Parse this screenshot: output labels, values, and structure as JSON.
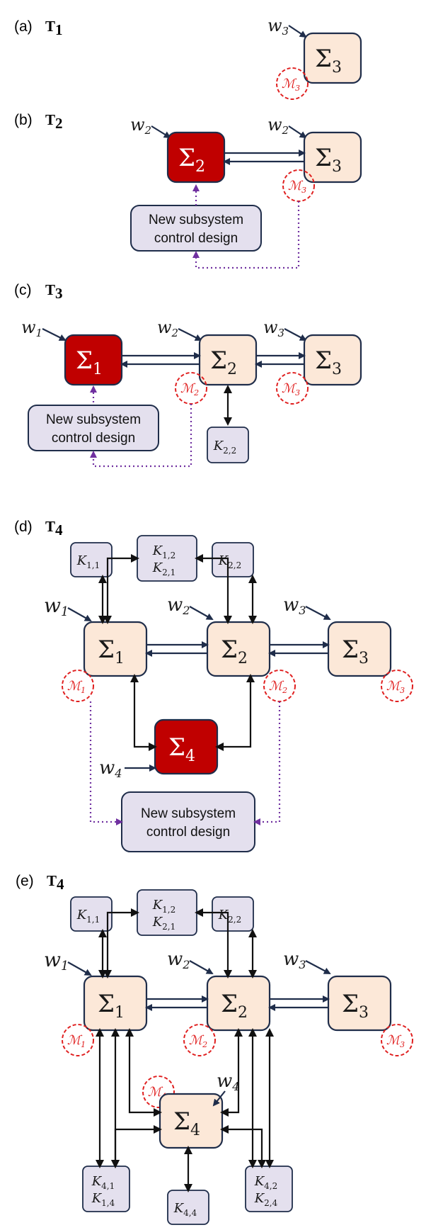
{
  "diagram": {
    "panel_a": {
      "tag": "(a)",
      "title": "T",
      "title_sub": "1"
    },
    "panel_b": {
      "tag": "(b)",
      "title": "T",
      "title_sub": "2"
    },
    "panel_c": {
      "tag": "(c)",
      "title": "T",
      "title_sub": "3"
    },
    "panel_d": {
      "tag": "(d)",
      "title": "T",
      "title_sub": "4"
    },
    "panel_e": {
      "tag": "(e)",
      "title": "T",
      "title_sub": "4"
    },
    "sigma": "Σ",
    "inputs": {
      "w": "w",
      "s1": "1",
      "s2": "2",
      "s3": "3",
      "s4": "4"
    },
    "model": "ℳ",
    "sub": {
      "1": "1",
      "2": "2",
      "3": "3",
      "4": "4"
    },
    "K": "K",
    "ksub": {
      "11": "1,1",
      "12": "1,2",
      "21": "2,1",
      "22": "2,2",
      "41": "4,1",
      "14": "1,4",
      "42": "4,2",
      "24": "2,4",
      "44": "4,4"
    },
    "design_line1": "New subsystem",
    "design_line2": "control design",
    "colors": {
      "subsystem_fill": "#fce8d8",
      "new_subsystem_fill": "#c00000",
      "controller_fill": "#e4e0ee",
      "model_ring": "#e02020",
      "dotted_link": "#7030a0",
      "arrow": "#1f2d4a"
    }
  }
}
